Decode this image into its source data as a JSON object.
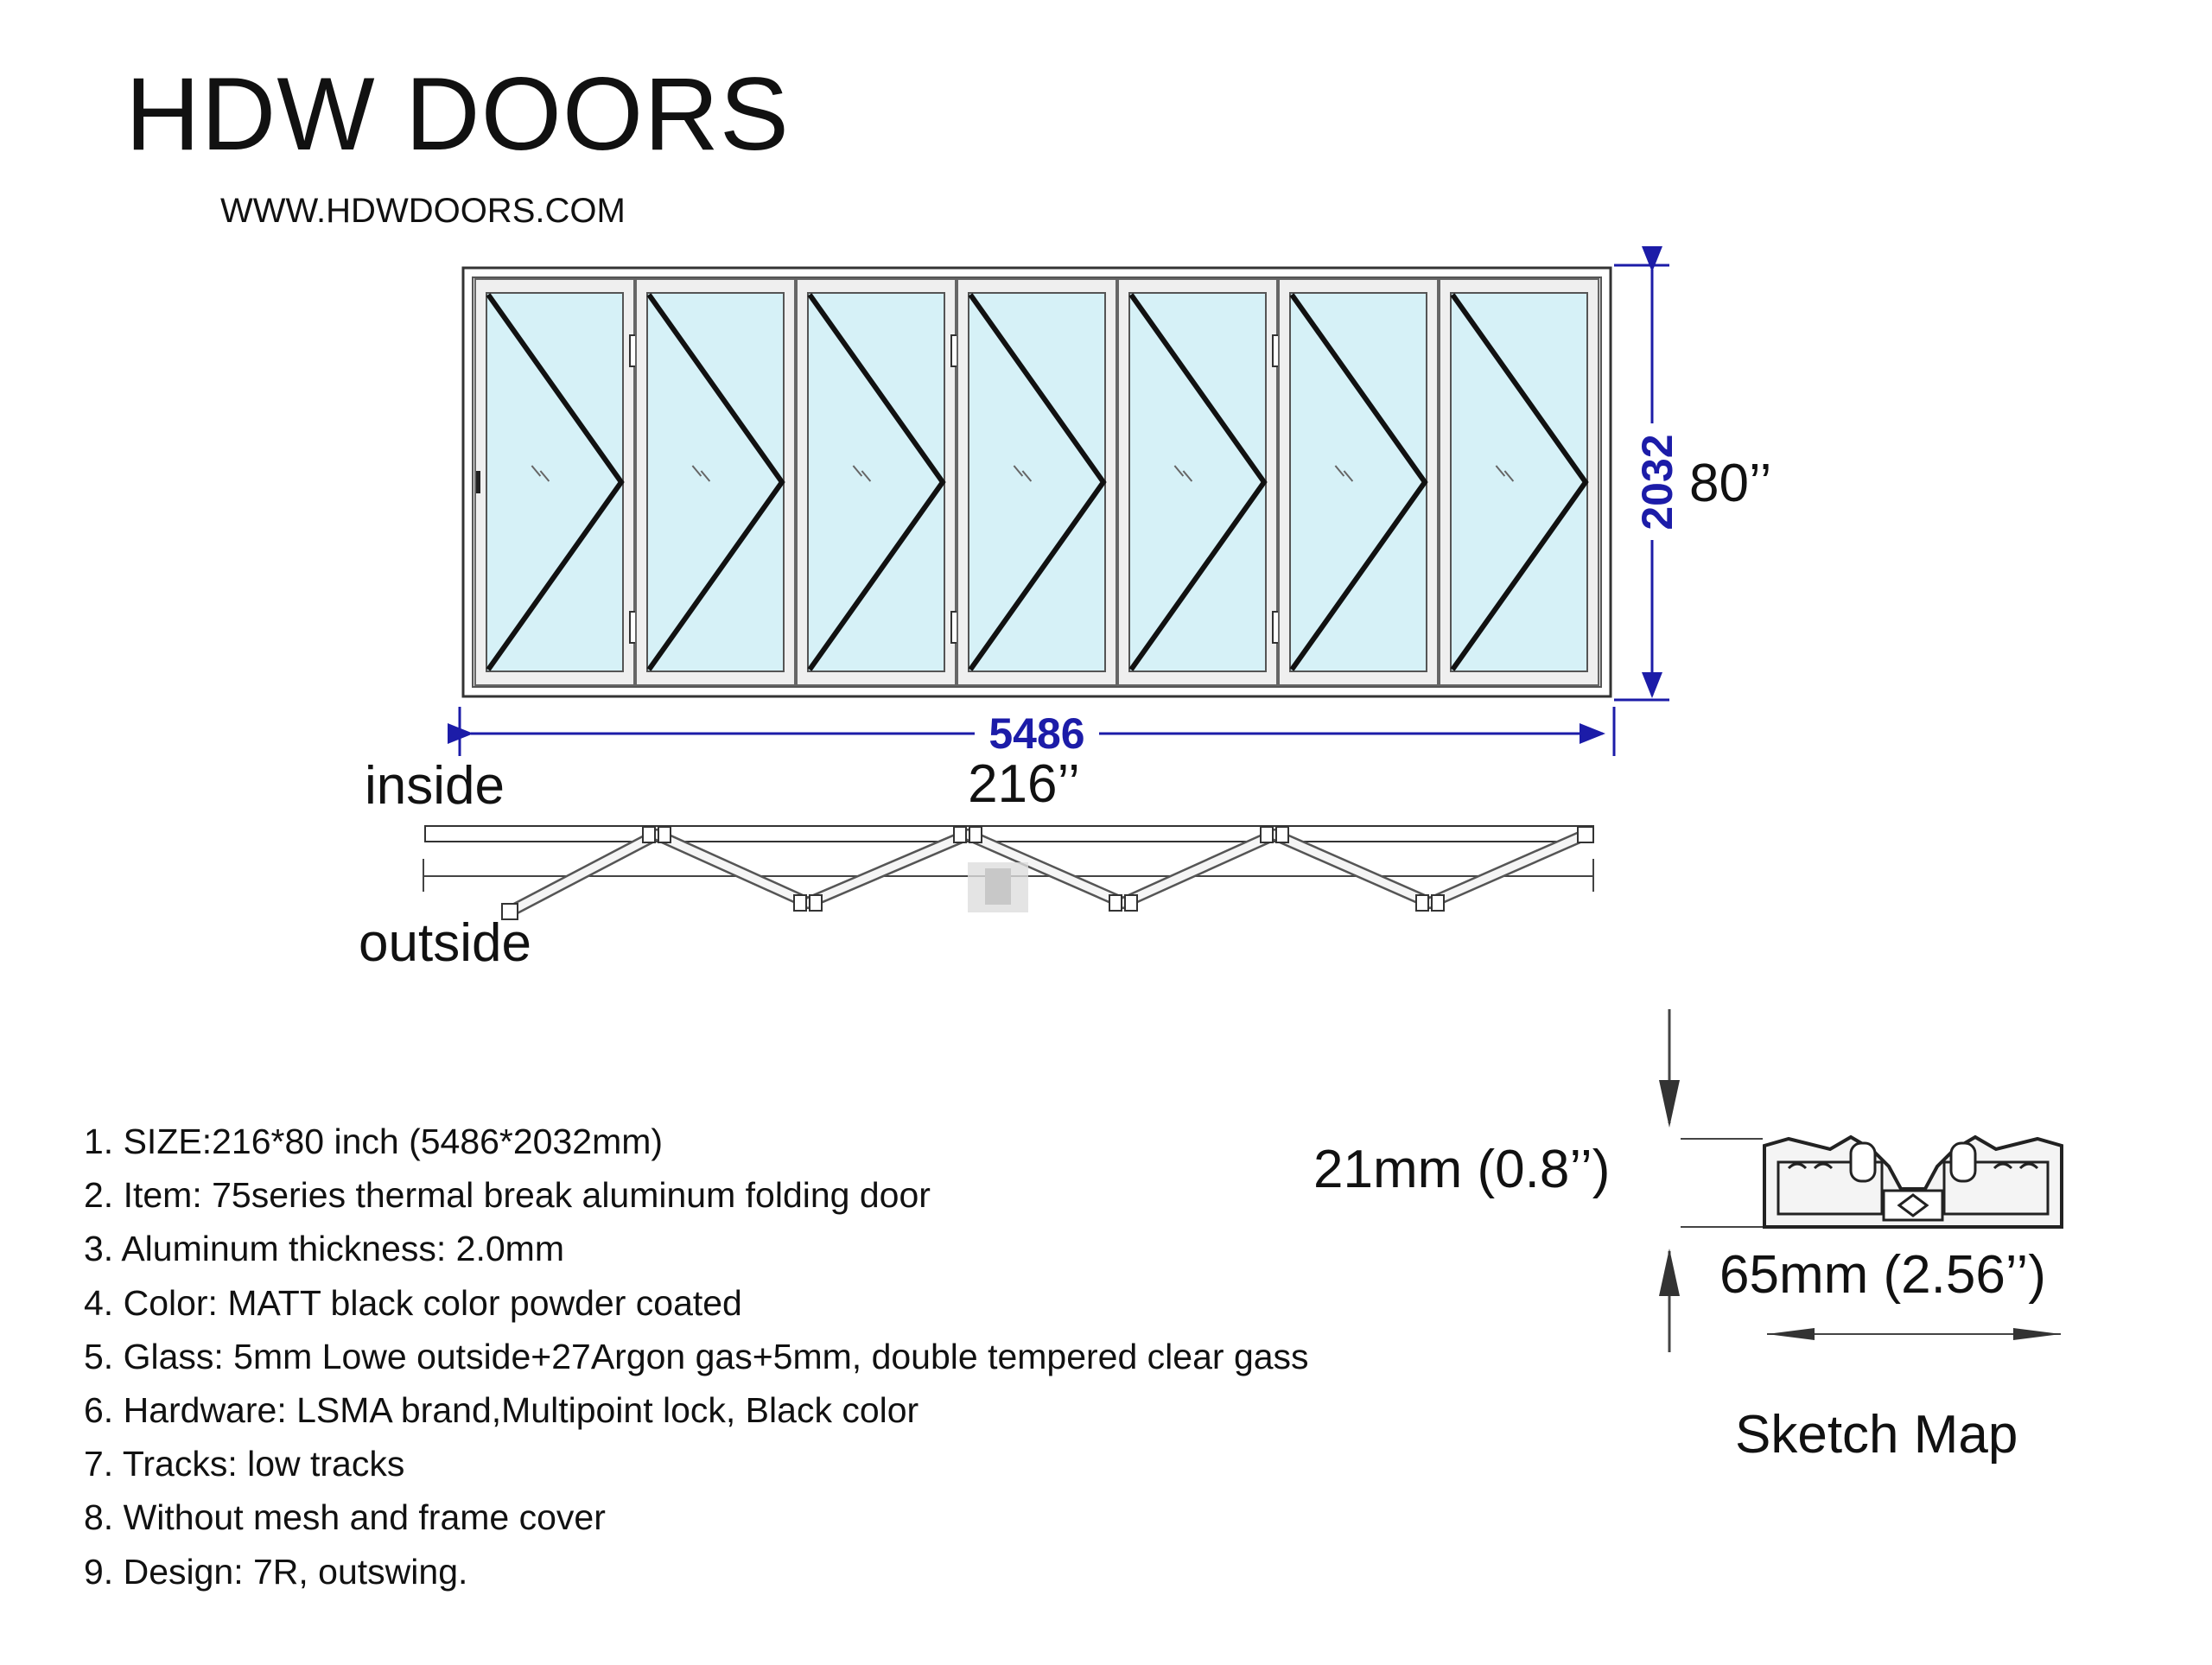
{
  "header": {
    "title": "HDW DOORS",
    "url": "WWW.HDWDOORS.COM"
  },
  "elevation": {
    "panel_count": 7,
    "height_mm": "2032",
    "height_in": "80’’",
    "width_mm": "5486",
    "width_in": "216’’",
    "dim_color": "#1c1ca8"
  },
  "plan": {
    "inside_label": "inside",
    "outside_label": "outside"
  },
  "specs": [
    "1. SIZE:216*80 inch (5486*2032mm)",
    "2. Item: 75series thermal break aluminum folding door",
    "3. Aluminum thickness: 2.0mm",
    "4. Color: MATT black color powder coated",
    "5. Glass: 5mm Lowe outside+27Argon gas+5mm, double tempered clear gass",
    "6. Hardware: LSMA brand,Multipoint lock, Black color",
    "7. Tracks: low tracks",
    "8. Without mesh and frame cover",
    "9. Design: 7R, outswing."
  ],
  "profile": {
    "height_label": "21mm (0.8’’)",
    "width_label": "65mm (2.56’’)",
    "caption": "Sketch Map"
  }
}
